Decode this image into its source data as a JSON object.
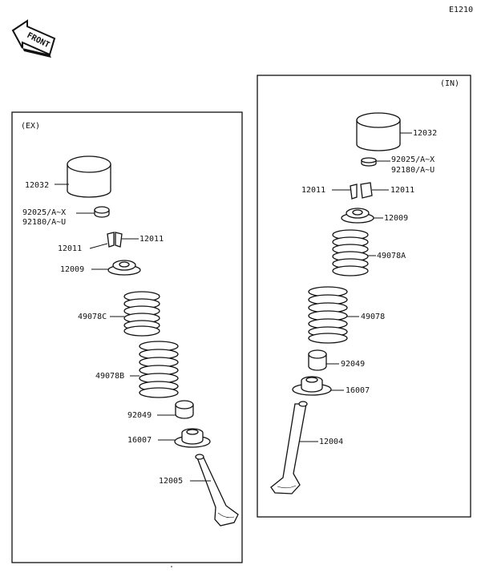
{
  "diagram_code": "E1210",
  "front_label": "FRONT",
  "ex": {
    "title": "(EX)",
    "tappet": "12032",
    "shim_a": "92025/A~X",
    "shim_b": "92180/A~U",
    "cotter_left": "12011",
    "cotter_right": "12011",
    "retainer": "12009",
    "spring_inner": "49078C",
    "spring_outer": "49078B",
    "seal": "92049",
    "seat": "16007",
    "valve": "12005"
  },
  "in": {
    "title": "(IN)",
    "tappet": "12032",
    "shim_a": "92025/A~X",
    "shim_b": "92180/A~U",
    "cotter_left": "12011",
    "cotter_right": "12011",
    "retainer": "12009",
    "spring_inner": "49078A",
    "spring_outer": "49078",
    "seal": "92049",
    "seat": "16007",
    "valve": "12004"
  }
}
